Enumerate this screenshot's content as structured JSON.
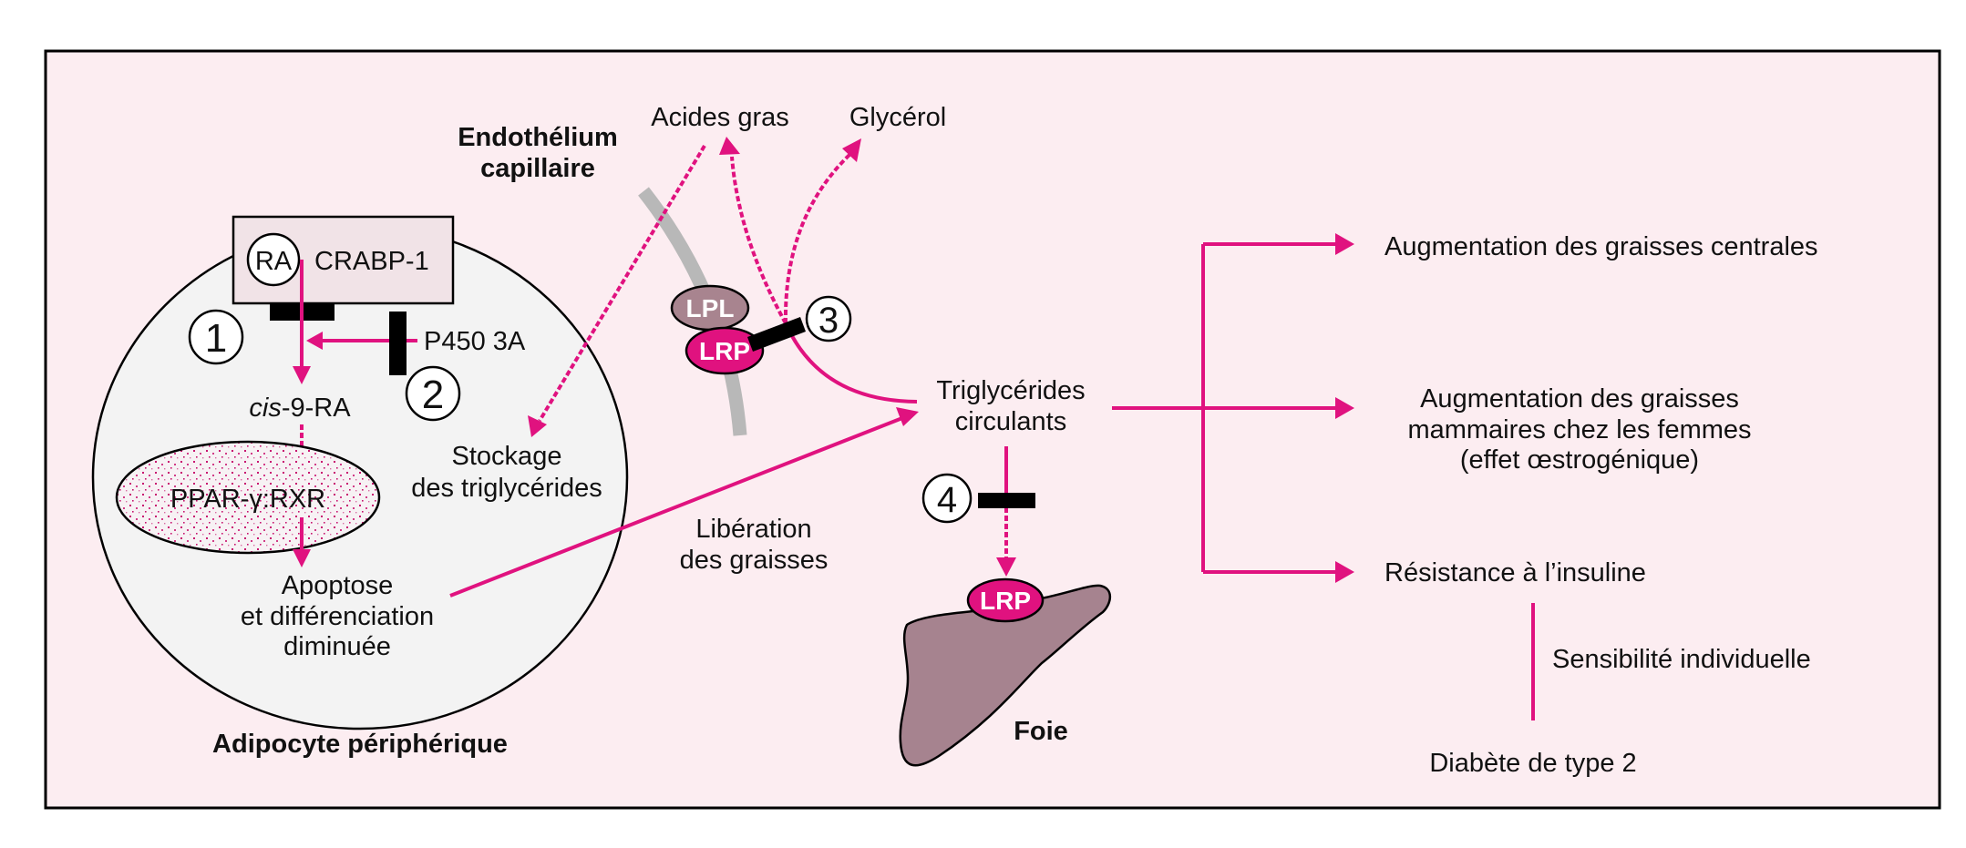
{
  "colors": {
    "page_background": "#ffffff",
    "panel_background": "#FCEDF1",
    "adipocyte_fill": "#F3F3F3",
    "crabp_box_fill": "#F1E3E7",
    "accent_magenta": "#E0127F",
    "membrane_gray": "#B8B8B8",
    "lpl_fill": "#A8848F",
    "liver_fill": "#A6838F",
    "inhibitor_black": "#000000"
  },
  "adipocyte": {
    "title": "Adipocyte périphérique",
    "ra_label": "RA",
    "crabp_label": "CRABP-1",
    "p450_label": "P450 3A",
    "cis_prefix": "cis",
    "cis_suffix": "-9-RA",
    "ppar_label": "PPAR-γ:RXR",
    "apoptose_lines": [
      "Apoptose",
      "et différenciation",
      "diminuée"
    ],
    "stockage_lines": [
      "Stockage",
      "des triglycérides"
    ]
  },
  "endothelium": {
    "title_lines": [
      "Endothélium",
      "capillaire"
    ],
    "lpl_label": "LPL",
    "lrp_label": "LRP",
    "acides_gras": "Acides gras",
    "glycerol": "Glycérol"
  },
  "center": {
    "liberation_lines": [
      "Libération",
      "des graisses"
    ],
    "triglycerides_lines": [
      "Triglycérides",
      "circulants"
    ]
  },
  "liver": {
    "lrp_label": "LRP",
    "title": "Foie"
  },
  "badges": [
    "1",
    "2",
    "3",
    "4"
  ],
  "outcomes": {
    "central_fat": "Augmentation des graisses centrales",
    "mammary_fat_lines": [
      "Augmentation des graisses",
      "mammaires chez les femmes",
      "(effet œstrogénique)"
    ],
    "insulin_resistance": "Résistance à l’insuline",
    "individual_sensitivity": "Sensibilité individuelle",
    "diabetes": "Diabète de type 2"
  }
}
